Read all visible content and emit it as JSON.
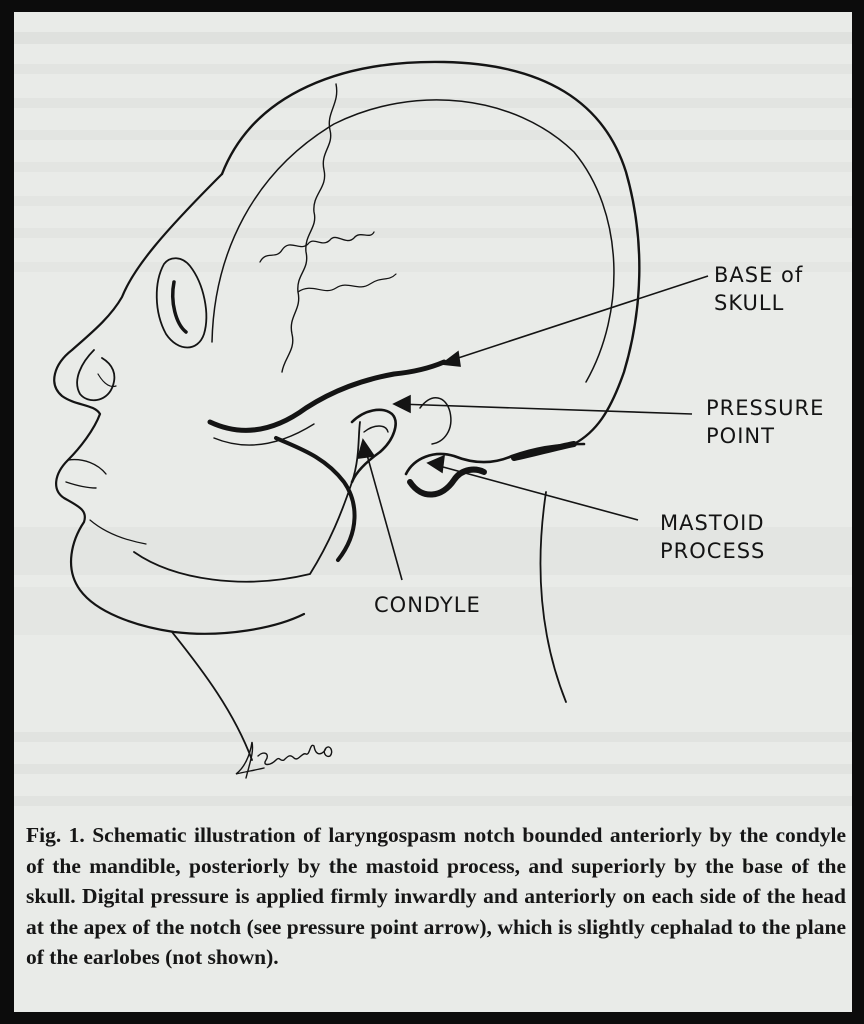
{
  "figure": {
    "labels": {
      "base_of_skull_line1": "BASE of",
      "base_of_skull_line2": "SKULL",
      "pressure_point_line1": "PRESSURE",
      "pressure_point_line2": "POINT",
      "mastoid_process_line1": "MASTOID",
      "mastoid_process_line2": "PROCESS",
      "condyle": "CONDYLE"
    },
    "signature": "Lambrou",
    "caption": "Fig. 1. Schematic illustration of laryngospasm notch bounded anteriorly by the condyle of the mandible, posteriorly by the mastoid process, and superiorly by the base of the skull. Digital pressure is applied firmly inwardly and anteriorly on each side of the head at the apex of the notch (see pressure point arrow), which is slightly cephalad to the plane of the earlobes (not shown)."
  },
  "colors": {
    "paper": "#e9ebe8",
    "ink": "#141414",
    "frame": "#0c0c0c"
  }
}
